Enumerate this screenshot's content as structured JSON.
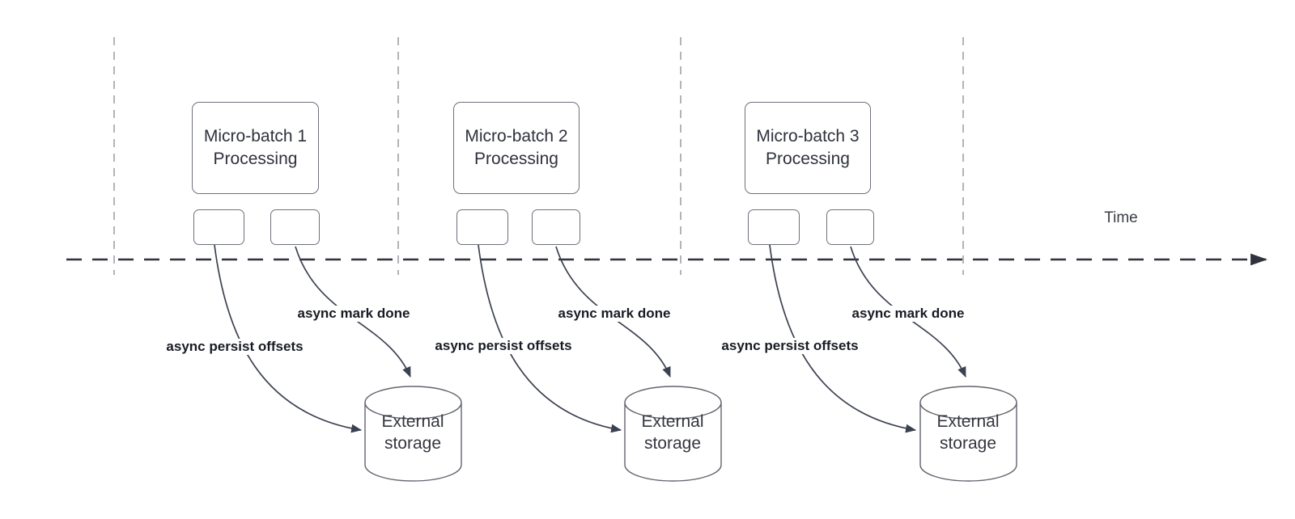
{
  "diagram": {
    "time_label": "Time",
    "groups": [
      {
        "title": "Micro-batch 1 Processing",
        "persist_label": "async persist offsets",
        "mark_done_label": "async mark done",
        "storage_label": "External storage"
      },
      {
        "title": "Micro-batch 2 Processing",
        "persist_label": "async persist offsets",
        "mark_done_label": "async mark done",
        "storage_label": "External storage"
      },
      {
        "title": "Micro-batch 3 Processing",
        "persist_label": "async persist offsets",
        "mark_done_label": "async mark done",
        "storage_label": "External storage"
      }
    ]
  }
}
